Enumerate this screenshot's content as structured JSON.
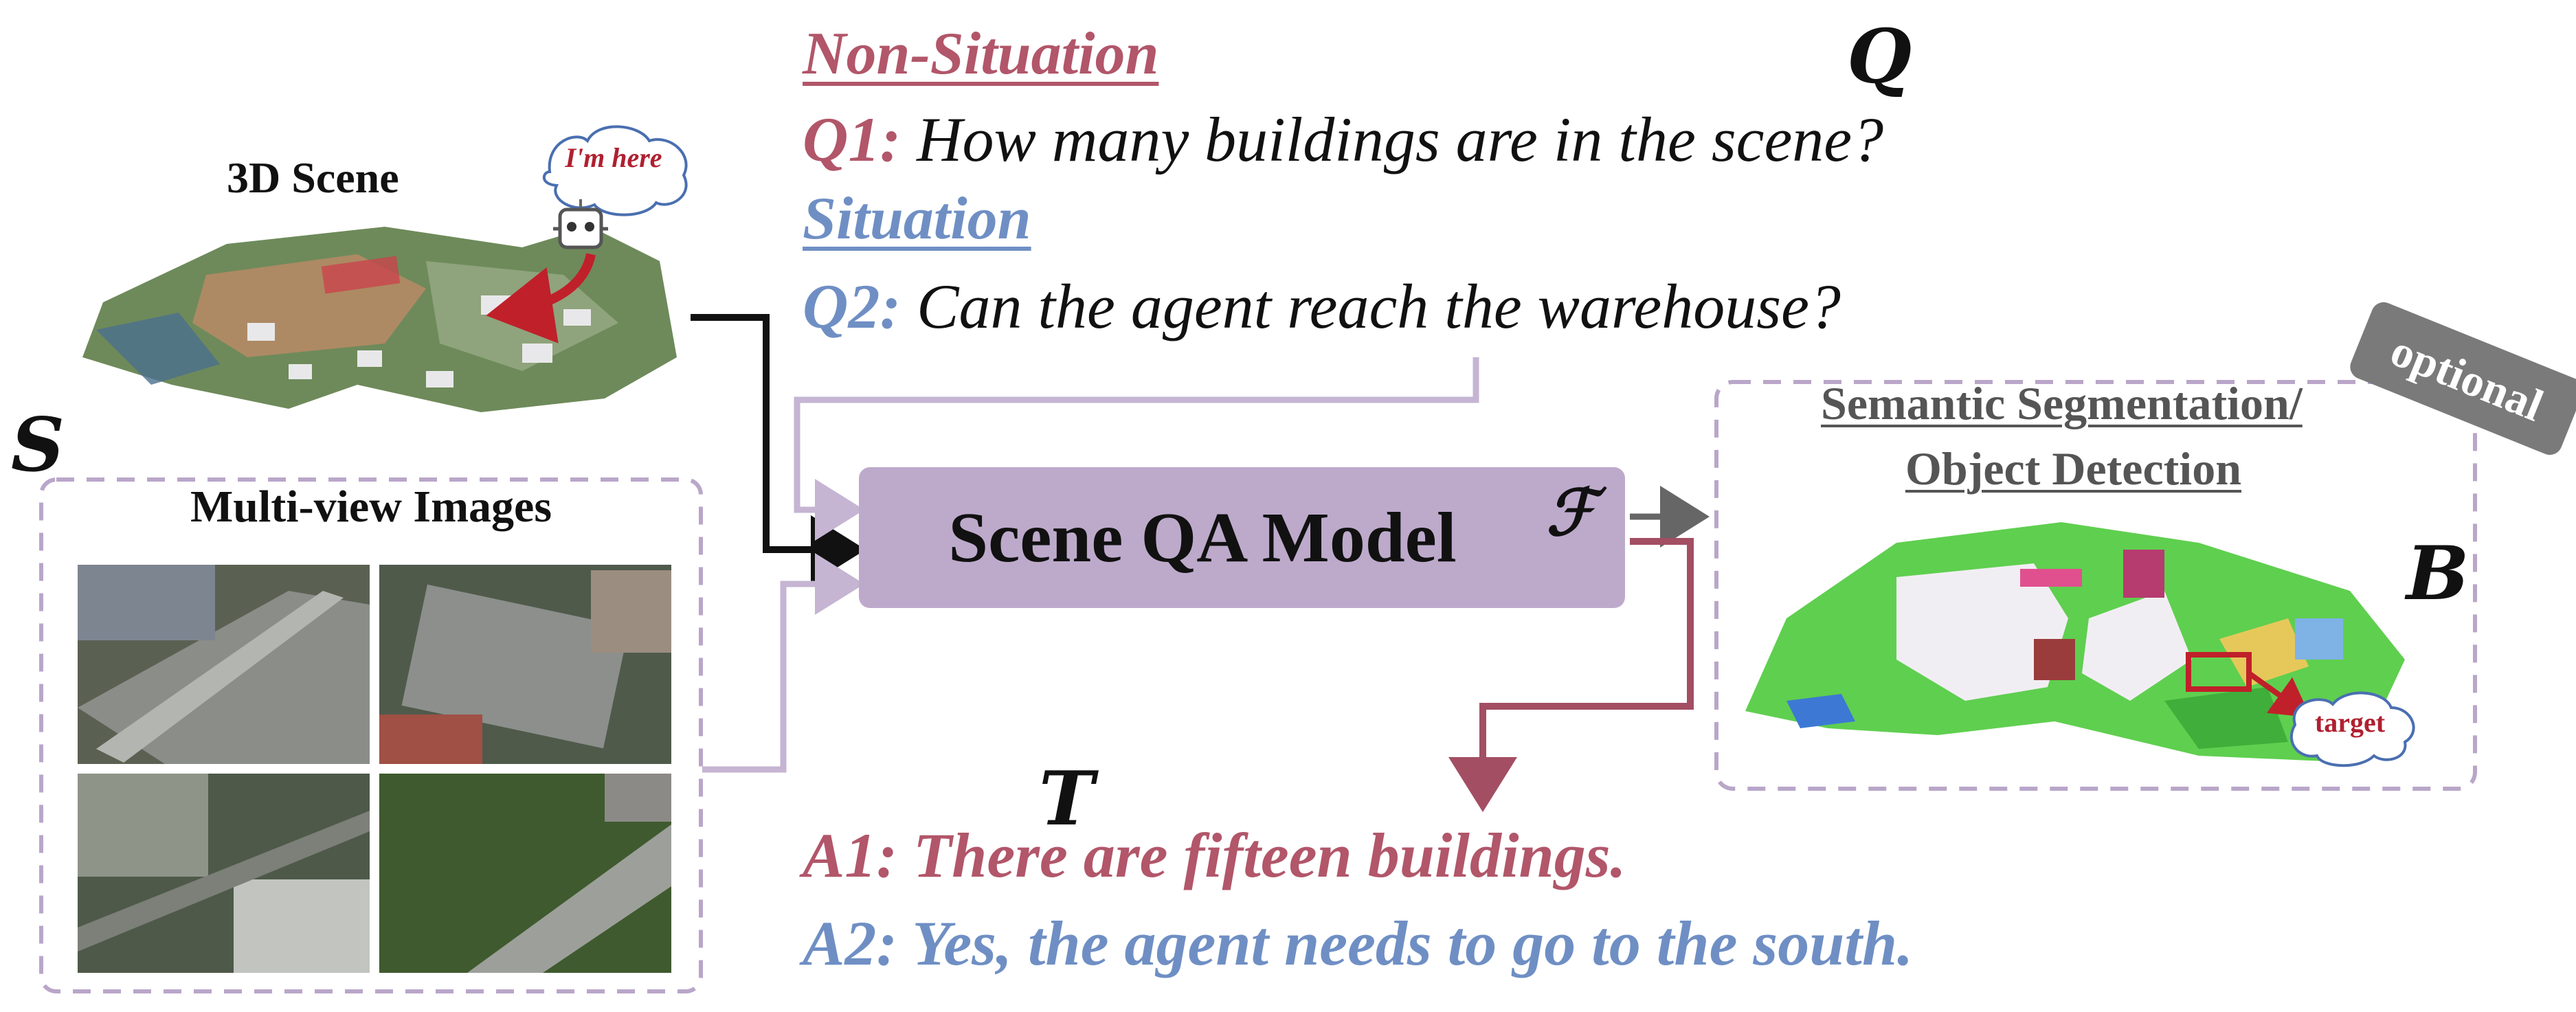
{
  "questions_header": {
    "non_situation": "Non-Situation",
    "situation": "Situation",
    "symbol": "Q"
  },
  "q1": {
    "id": "Q1:",
    "text": " How many buildings are in the scene?"
  },
  "q2": {
    "id": "Q2:",
    "text": " Can the agent reach the warehouse?"
  },
  "scene": {
    "label": "3D Scene",
    "speech_bubble": "I'm here",
    "symbol": "S"
  },
  "multiview": {
    "label": "Multi-view Images"
  },
  "qa_model": {
    "label": "Scene QA Model",
    "symbol": "ℱ"
  },
  "segmentation": {
    "line1": "Semantic Segmentation/",
    "line2": "Object Detection",
    "badge": "optional",
    "symbol": "B",
    "target_label": "target"
  },
  "answers": {
    "symbol": "T",
    "a1": "A1: There are fifteen buildings.",
    "a2": "A2: Yes, the agent needs to go to the south."
  },
  "colors": {
    "non_situation": "#b2566a",
    "situation": "#6f8fc4",
    "qa_box": "#bdaacb",
    "dashed_border": "#b9a6c9",
    "badge": "#7a7a7a"
  }
}
